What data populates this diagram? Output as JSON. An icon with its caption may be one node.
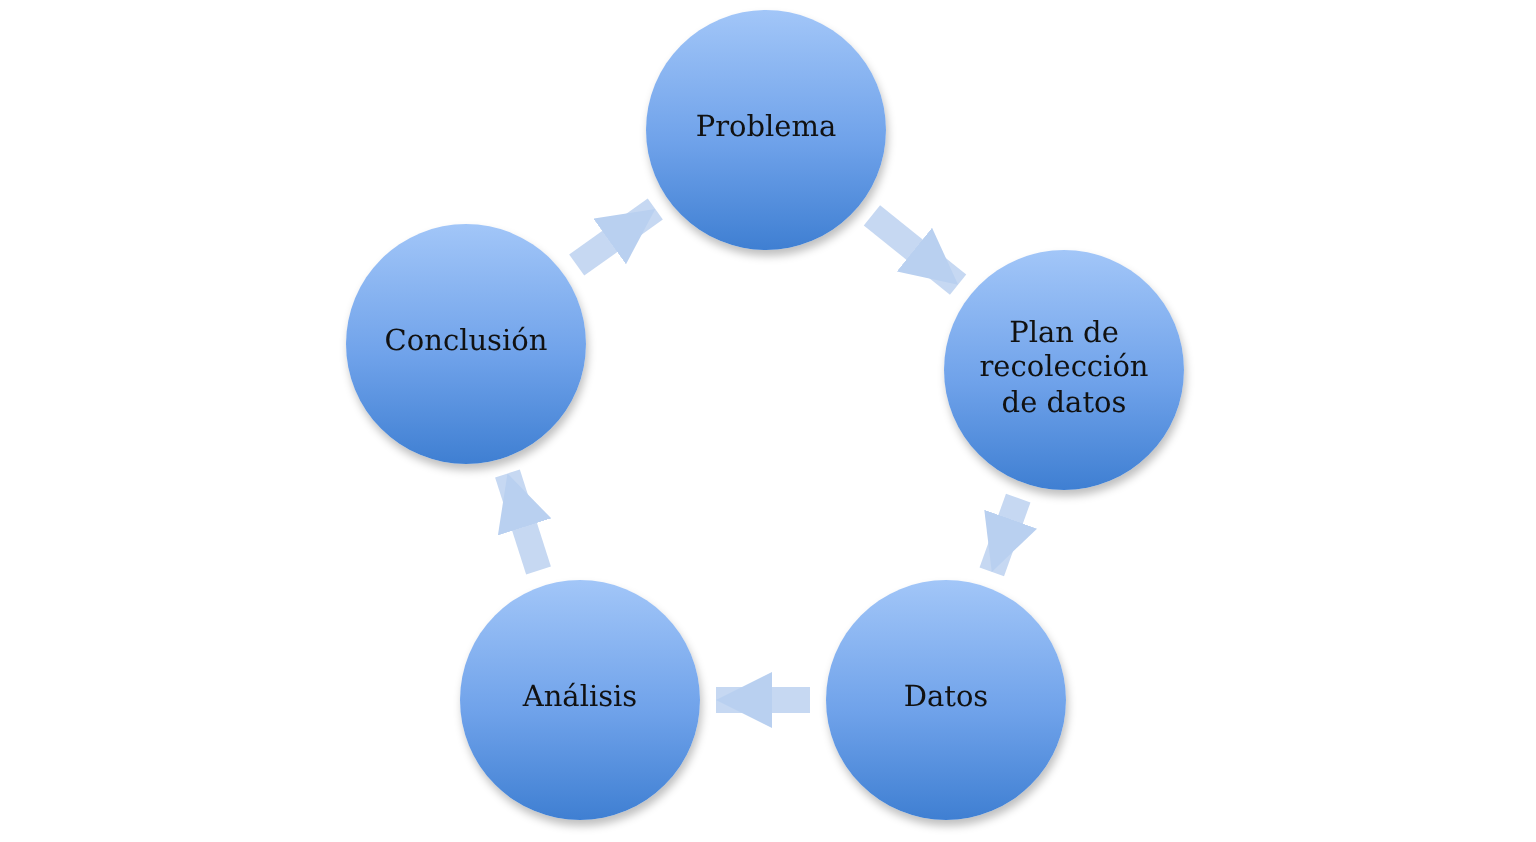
{
  "diagram": {
    "nodes": [
      {
        "text": [
          "Problema"
        ]
      },
      {
        "text": [
          "Plan de recolección de datos"
        ]
      },
      {
        "text": [
          "Datos"
        ]
      },
      {
        "text": [
          "Análisis"
        ]
      },
      {
        "text": [
          "Conclusión"
        ]
      }
    ],
    "edges": [
      {
        "from": 0,
        "to": 1,
        "arrow": "to"
      },
      {
        "from": 1,
        "to": 2,
        "arrow": "to"
      },
      {
        "from": 2,
        "to": 3,
        "arrow": "to"
      },
      {
        "from": 3,
        "to": 4,
        "arrow": "to"
      },
      {
        "from": 4,
        "to": 0,
        "arrow": "to"
      }
    ]
  }
}
